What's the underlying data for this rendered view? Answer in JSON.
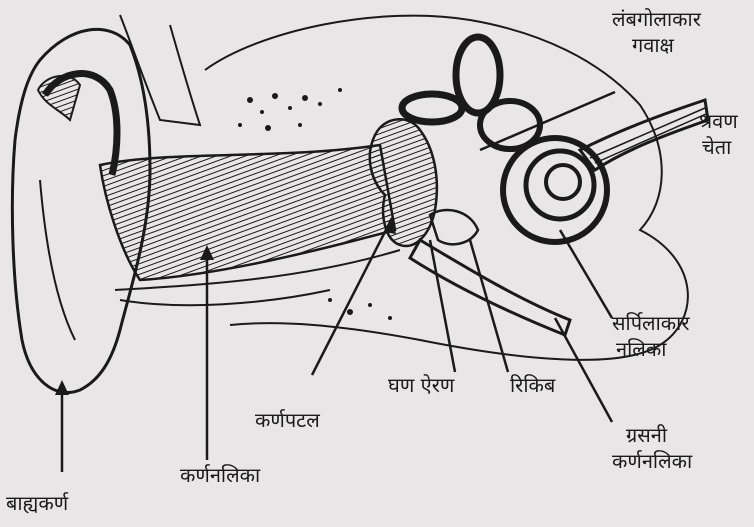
{
  "labels": {
    "oval_window": {
      "line1": "लंबगोलाकार",
      "line2": "गवाक्ष"
    },
    "auditory_nerve": {
      "line1": "श्रवण",
      "line2": "चेता"
    },
    "cochlea": {
      "line1": "सर्पिलाकार",
      "line2": "नलिका"
    },
    "eustachian_tube": {
      "line1": "ग्रसनी",
      "line2": "कर्णनलिका"
    },
    "stapes": "रिकिब",
    "malleus_incus": "घण ऐरण",
    "eardrum": "कर्णपटल",
    "ear_canal": "कर्णनलिका",
    "outer_ear": "बाह्यकर्ण"
  },
  "colors": {
    "background": "#e9e6e8",
    "ink": "#1a1a1a"
  }
}
